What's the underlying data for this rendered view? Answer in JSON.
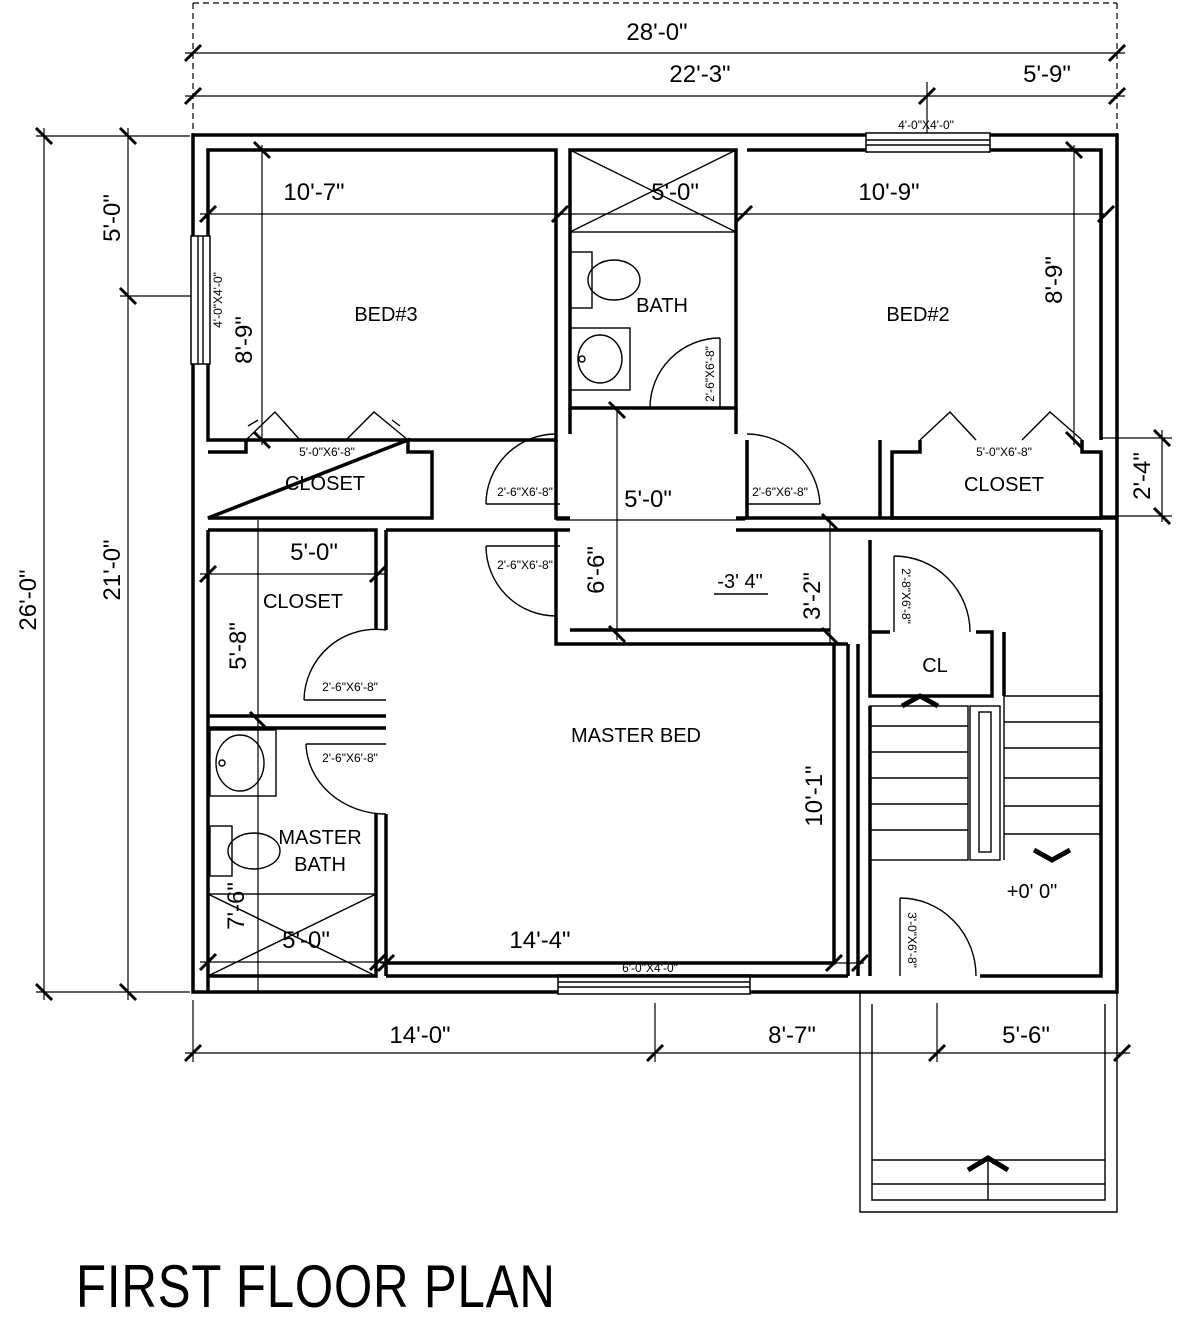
{
  "title": "FIRST FLOOR PLAN",
  "rooms": {
    "bed3": "BED#3",
    "bath": "BATH",
    "bed2": "BED#2",
    "closet_left": "CLOSET",
    "closet_right": "CLOSET",
    "closet_master": "CLOSET",
    "cl": "CL",
    "master_bed": "MASTER BED",
    "master_bath_1": "MASTER",
    "master_bath_2": "BATH"
  },
  "levels": {
    "hall": "-3' 4\"",
    "stair_landing": "+0' 0\""
  },
  "dimensions": {
    "overall_width": "28'-0\"",
    "upper_left_width": "22'-3\"",
    "upper_right_width": "5'-9\"",
    "bottom_left": "14'-0\"",
    "bottom_mid": "8'-7\"",
    "bottom_right": "5'-6\"",
    "overall_depth": "26'-0\"",
    "depth_21": "21'-0\"",
    "depth_5": "5'-0\"",
    "bed3_width": "10'-7\"",
    "bath_width": "5'-0\"",
    "bed2_width": "10'-9\"",
    "bed3_depth": "8'-9\"",
    "bed2_depth": "8'-9\"",
    "closet_depth_right": "2'-4\"",
    "hall_width": "5'-0\"",
    "hall_depth": "6'-6\"",
    "hall_step": "3'-2\"",
    "master_closet_width": "5'-0\"",
    "master_closet_depth": "5'-8\"",
    "master_depth": "10'-1\"",
    "master_width": "14'-4\"",
    "master_bath_width": "5'-0\"",
    "master_bath_depth": "7'-6\""
  },
  "openings": {
    "window_top_right": "4'-0\"X4'-0\"",
    "window_left": "4'-0\"X4'-0\"",
    "window_bottom": "6'-0\"X4'-0\"",
    "closet_door_left": "5'-0\"X6'-8\"",
    "closet_door_right": "5'-0\"X6'-8\"",
    "door_bed3": "2'-6\"X6'-8\"",
    "door_bed2": "2'-6\"X6'-8\"",
    "door_bath": "2'-6\"X6'-8\"",
    "door_master": "2'-6\"X6'-8\"",
    "door_master_closet": "2'-6\"X6'-8\"",
    "door_master_bath": "2'-6\"X6'-8\"",
    "door_cl": "2'-8\"X6'-8\"",
    "door_entry": "3'-0\"X6'-8\""
  }
}
